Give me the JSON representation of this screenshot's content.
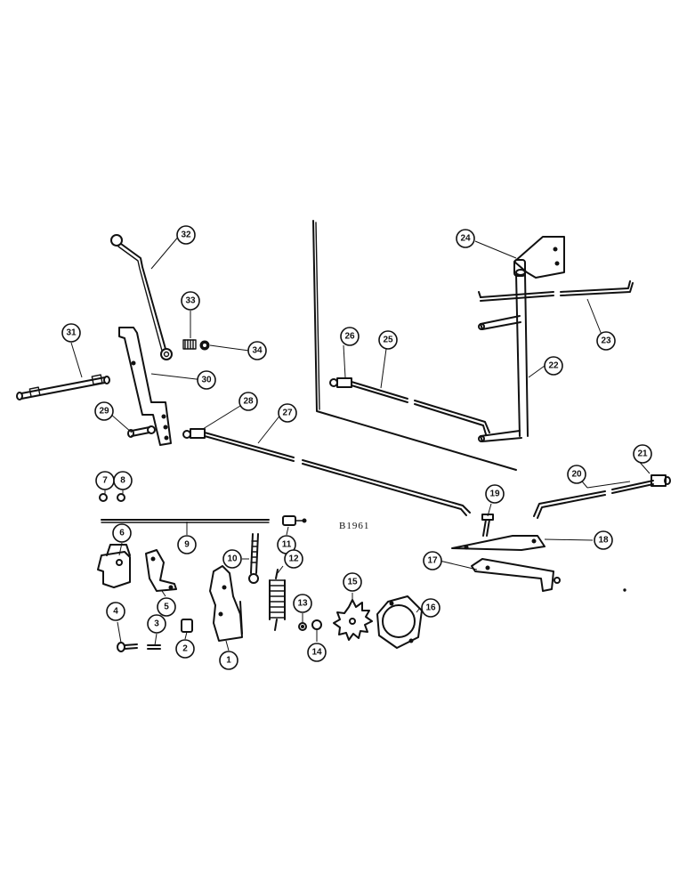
{
  "drawing_code": "B1961",
  "callouts": [
    "1",
    "2",
    "3",
    "4",
    "5",
    "6",
    "7",
    "8",
    "9",
    "10",
    "11",
    "12",
    "13",
    "14",
    "15",
    "16",
    "17",
    "18",
    "19",
    "20",
    "21",
    "22",
    "23",
    "24",
    "25",
    "26",
    "27",
    "28",
    "29",
    "30",
    "31",
    "32",
    "33",
    "34"
  ]
}
